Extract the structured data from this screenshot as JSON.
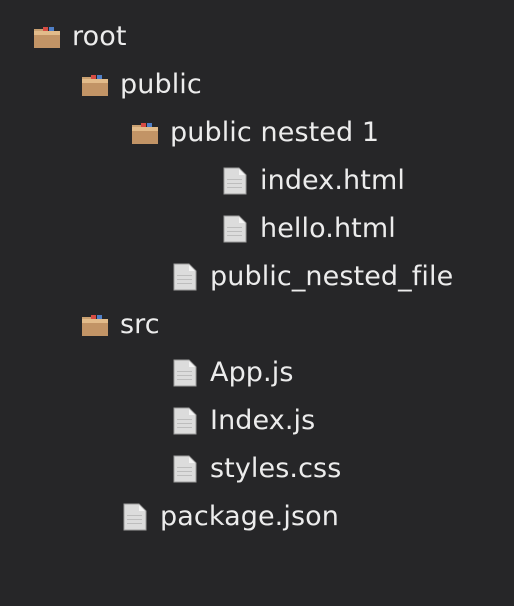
{
  "theme": {
    "background": "#262628",
    "text": "#ececec",
    "folder_body": "#c9a071",
    "folder_tab": "#e2bb8a",
    "folder_tag_red": "#d64c43",
    "folder_tag_blue": "#4f7fc8",
    "file_body": "#dcdcdc",
    "file_fold": "#f4f4f4"
  },
  "tree": {
    "items": [
      {
        "label": "root",
        "icon": "folder-icon",
        "depth": 0
      },
      {
        "label": "public",
        "icon": "folder-icon",
        "depth": 1
      },
      {
        "label": "public nested 1",
        "icon": "folder-icon",
        "depth": 2
      },
      {
        "label": "index.html",
        "icon": "file-icon",
        "depth": 4
      },
      {
        "label": "hello.html",
        "icon": "file-icon",
        "depth": 4
      },
      {
        "label": "public_nested_file",
        "icon": "file-icon",
        "depth": 3
      },
      {
        "label": "src",
        "icon": "folder-icon",
        "depth": 1
      },
      {
        "label": "App.js",
        "icon": "file-icon",
        "depth": 3
      },
      {
        "label": "Index.js",
        "icon": "file-icon",
        "depth": 3
      },
      {
        "label": "styles.css",
        "icon": "file-icon",
        "depth": 3
      },
      {
        "label": "package.json",
        "icon": "file-icon",
        "depth": 2
      }
    ]
  }
}
